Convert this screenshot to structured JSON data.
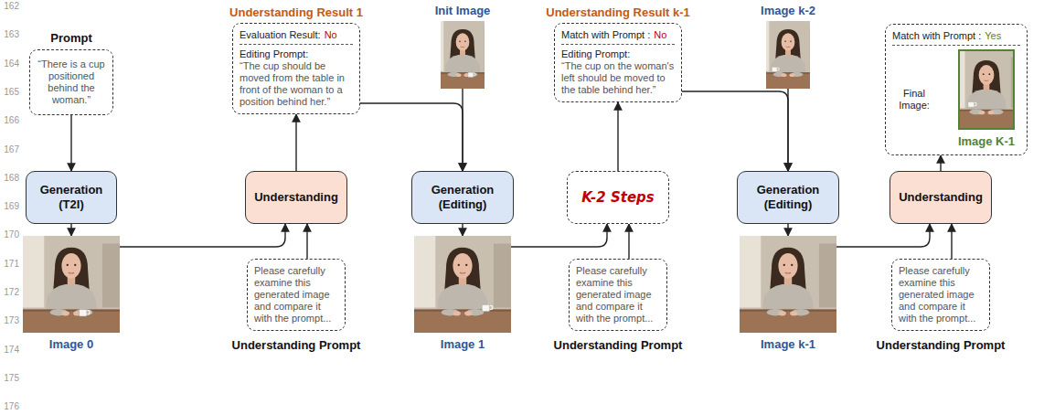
{
  "diagram": {
    "nodes": [
      {
        "text": [
          "Prompt",
          "“There is a cup positioned behind the woman.”"
        ]
      },
      {
        "text": [
          "Understanding Result 1",
          "Evaluation Result:",
          "No",
          "Editing Prompt:",
          "“The cup should be moved from the table in front of the woman to a position behind her.”"
        ]
      },
      {
        "text": [
          "Init Image"
        ]
      },
      {
        "text": [
          "Understanding Result k-1",
          "Match with Prompt :",
          "No",
          "Editing Prompt:",
          "“The cup on the woman's left should be moved to the table behind her.”"
        ]
      },
      {
        "text": [
          "Image k-2"
        ]
      },
      {
        "text": [
          "Match with Prompt :",
          "Yes",
          "Final Image:"
        ]
      },
      {
        "text": [
          "Image K-1"
        ],
        "in": 5
      },
      {
        "text": [
          "Generation (T2I)"
        ]
      },
      {
        "text": [
          "Understanding"
        ]
      },
      {
        "text": [
          "Generation (Editing)"
        ]
      },
      {
        "text": [
          "K-2 Steps"
        ]
      },
      {
        "text": [
          "Generation (Editing)"
        ]
      },
      {
        "text": [
          "Understanding"
        ]
      },
      {
        "text": [
          "Image 0"
        ]
      },
      {
        "text": [
          "Please carefully examine this generated image and compare it with the prompt...",
          "Understanding Prompt"
        ]
      },
      {
        "text": [
          "Image 1"
        ]
      },
      {
        "text": [
          "Please carefully examine this generated image and compare it with the prompt...",
          "Understanding Prompt"
        ]
      },
      {
        "text": [
          "Image k-1"
        ]
      },
      {
        "text": [
          "Please carefully examine this generated image and compare it with the prompt...",
          "Understanding Prompt"
        ]
      }
    ],
    "edges": [
      {
        "from": 0,
        "to": 7,
        "arrow": "to"
      },
      {
        "from": 7,
        "to": 13,
        "arrow": "to"
      },
      {
        "from": 13,
        "to": 8,
        "arrow": "to"
      },
      {
        "from": 14,
        "to": 8,
        "arrow": "to"
      },
      {
        "from": 8,
        "to": 1,
        "arrow": "to"
      },
      {
        "from": 1,
        "to": 9,
        "arrow": "to"
      },
      {
        "from": 2,
        "to": 9,
        "arrow": "to"
      },
      {
        "from": 9,
        "to": 15,
        "arrow": "to"
      },
      {
        "from": 15,
        "to": 10,
        "arrow": "to"
      },
      {
        "from": 16,
        "to": 10,
        "arrow": "to"
      },
      {
        "from": 10,
        "to": 3,
        "arrow": "to"
      },
      {
        "from": 3,
        "to": 11,
        "arrow": "to"
      },
      {
        "from": 4,
        "to": 11,
        "arrow": "to"
      },
      {
        "from": 11,
        "to": 17,
        "arrow": "to"
      },
      {
        "from": 17,
        "to": 12,
        "arrow": "to"
      },
      {
        "from": 18,
        "to": 12,
        "arrow": "to"
      },
      {
        "from": 12,
        "to": 5,
        "arrow": "to"
      }
    ],
    "labels": [
      "162",
      "163",
      "164",
      "165",
      "166",
      "167",
      "168",
      "169",
      "170",
      "171",
      "172",
      "173",
      "174",
      "175",
      "176"
    ]
  }
}
